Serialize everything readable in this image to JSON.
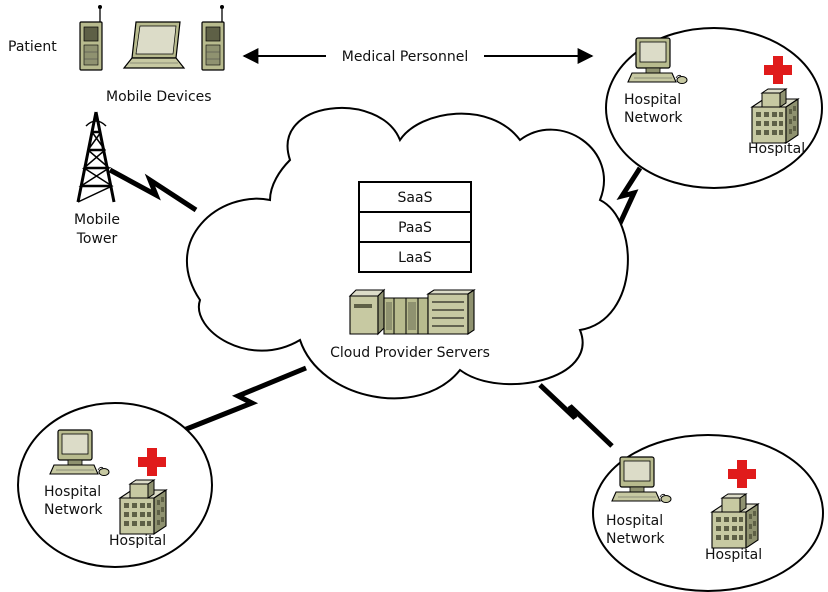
{
  "patient_label": "Patient",
  "mobile_devices_label": "Mobile Devices",
  "medical_personnel_label": "Medical Personnel",
  "mobile_tower_label": [
    "Mobile",
    "Tower"
  ],
  "cloud": {
    "stack": [
      "SaaS",
      "PaaS",
      "LaaS"
    ],
    "servers_label": "Cloud Provider Servers"
  },
  "hospital_network_label": [
    "Hospital",
    "Network"
  ],
  "hospital_label": "Hospital",
  "colors": {
    "outline": "#000000",
    "device_fill": "#b8bb8e",
    "device_dark": "#5e6046",
    "cross_red": "#e01b1b",
    "building_fill": "#c7c9a2",
    "screen_fill": "#dcdcc8"
  }
}
